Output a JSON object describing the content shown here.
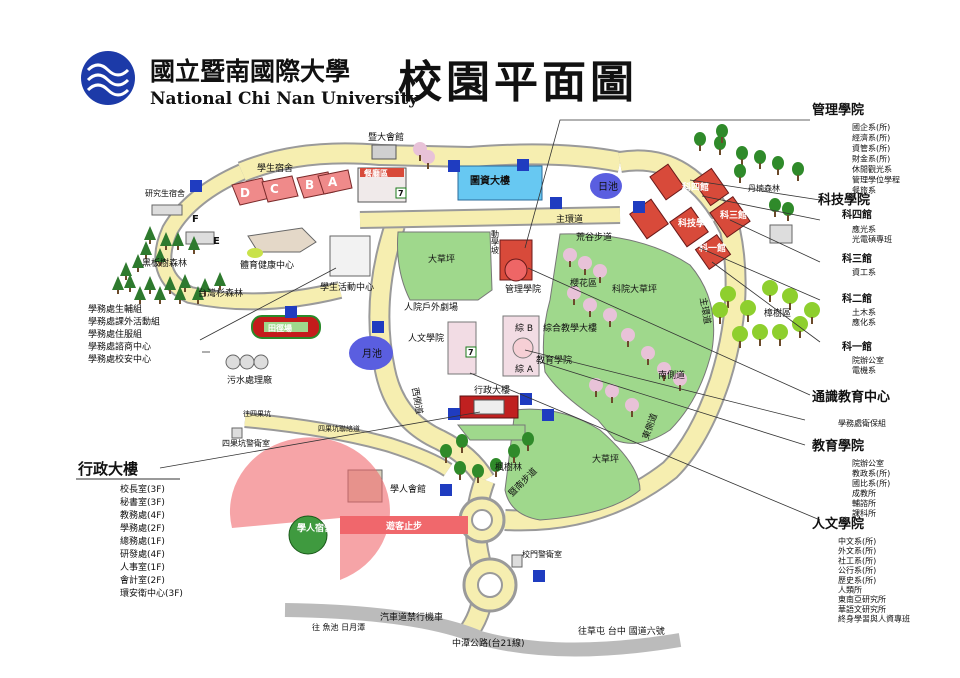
{
  "header": {
    "name_zh": "國立暨南國際大學",
    "name_en": "National Chi Nan University",
    "map_title": "校園平面圖"
  },
  "colors": {
    "road": "#f6eeb0",
    "road_edge": "#9a9a9a",
    "lawn": "#9fd88c",
    "pond": "#5a5ee0",
    "building_red": "#d84a3a",
    "dorm_pink": "#ef8a8a",
    "parking": "#1f3cc0"
  },
  "icons": [
    "parking-icon",
    "tree-icon",
    "logo-icon",
    "building-icon"
  ],
  "colleges": {
    "management": {
      "title": "管理學院",
      "items": [
        "國企系(所)",
        "經濟系(所)",
        "資管系(所)",
        "財金系(所)",
        "休閒觀光系",
        "管理學位學程",
        "餐旅系"
      ]
    },
    "science": {
      "title": "科技學院",
      "sci4_title": "科四館",
      "sci4_items": [
        "應光系",
        "光電碩專班"
      ],
      "sci3_title": "科三館",
      "sci3_items": [
        "資工系"
      ],
      "sci2_title": "科二館",
      "sci2_items": [
        "土木系",
        "應化系"
      ],
      "sci1_title": "科一館",
      "sci1_items": [
        "院辦公室",
        "電機系"
      ]
    },
    "general": {
      "title": "通識教育中心"
    },
    "health": {
      "item": "學務處衛保組"
    },
    "education": {
      "title": "教育學院",
      "items": [
        "院辦公室",
        "教政系(所)",
        "國比系(所)",
        "成教所",
        "輔諮所",
        "課科所"
      ]
    },
    "humanities": {
      "title": "人文學院",
      "items": [
        "中文系(所)",
        "外文系(所)",
        "社工系(所)",
        "公行系(所)",
        "歷史系(所)",
        "人類所",
        "東南亞研究所",
        "華語文研究所",
        "終身學習與人資專班"
      ]
    },
    "admin": {
      "title": "行政大樓",
      "items": [
        "校長室(3F)",
        "秘書室(3F)",
        "教務處(4F)",
        "學務處(2F)",
        "總務處(1F)",
        "研發處(4F)",
        "人事室(1F)",
        "會計室(2F)",
        "環安衛中心(3F)"
      ]
    },
    "student_affairs": {
      "items": [
        "學務處生輔組",
        "學務處課外活動組",
        "學務處住服組",
        "學務處諮商中心",
        "學務處校安中心"
      ]
    }
  },
  "map": {
    "ncnu_hall": "暨大會館",
    "dorm": "學生宿舍",
    "dorm_letters": [
      "D",
      "C",
      "B",
      "A"
    ],
    "grad_dorm": "研究生宿舍",
    "dorm_f": "F",
    "dorm_e": "E",
    "dining": "餐廳區",
    "library": "圖資大樓",
    "sun_pond": "日池",
    "moon_pond": "月池",
    "main_road": "主環道",
    "main_road2": "主環道",
    "great_lawn": "大草坪",
    "great_lawn2": "大草坪",
    "science_lawn": "科院大草坪",
    "black_forest": "黑板樹森林",
    "cedar_forest": "台灣杉森林",
    "camphor_forest": "樟樹區",
    "nanmu_forest": "丹楠森林",
    "maple_forest": "楓樹林",
    "cherry": "櫻花區",
    "flower_valley": "荒谷步道",
    "gym": "體育健康中心",
    "student_center": "學生活動中心",
    "track": "田徑場",
    "sewage": "污水處理廠",
    "humanities_bldg": "人文學院",
    "mgmt_bldg": "管理學院",
    "edu_bldg": "教育學院",
    "teaching_bldg": "綜合教學大樓",
    "arts_court": "人院戶外劇場",
    "admin_bldg": "行政大樓",
    "slope": "動學坡",
    "tech_bldg": "科技學院",
    "bldg_b": "綜 B",
    "bldg_a": "綜 A",
    "sci1": "科一館",
    "sci2": "科二館",
    "sci3": "科三館",
    "sci4": "科四館",
    "west_road": "西側道",
    "east_road": "東側道",
    "south_road": "南側道",
    "weixing_road": "暨南步道",
    "guesthouse": "學人會館",
    "scholar_dorm": "學人宿舍",
    "no_car": "遊客止步",
    "gate_guard": "校門警衛室",
    "sikeng_guard": "四果坑警衛室",
    "sikeng": "往四果坑",
    "sikeng_road": "四果坑聯絡道",
    "car_limit": "汽車道禁行機車",
    "to_yuchi": "往 魚池 日月潭",
    "to_caotun": "往草屯 台中 國道六號",
    "highway": "中潭公路(台21線)"
  }
}
